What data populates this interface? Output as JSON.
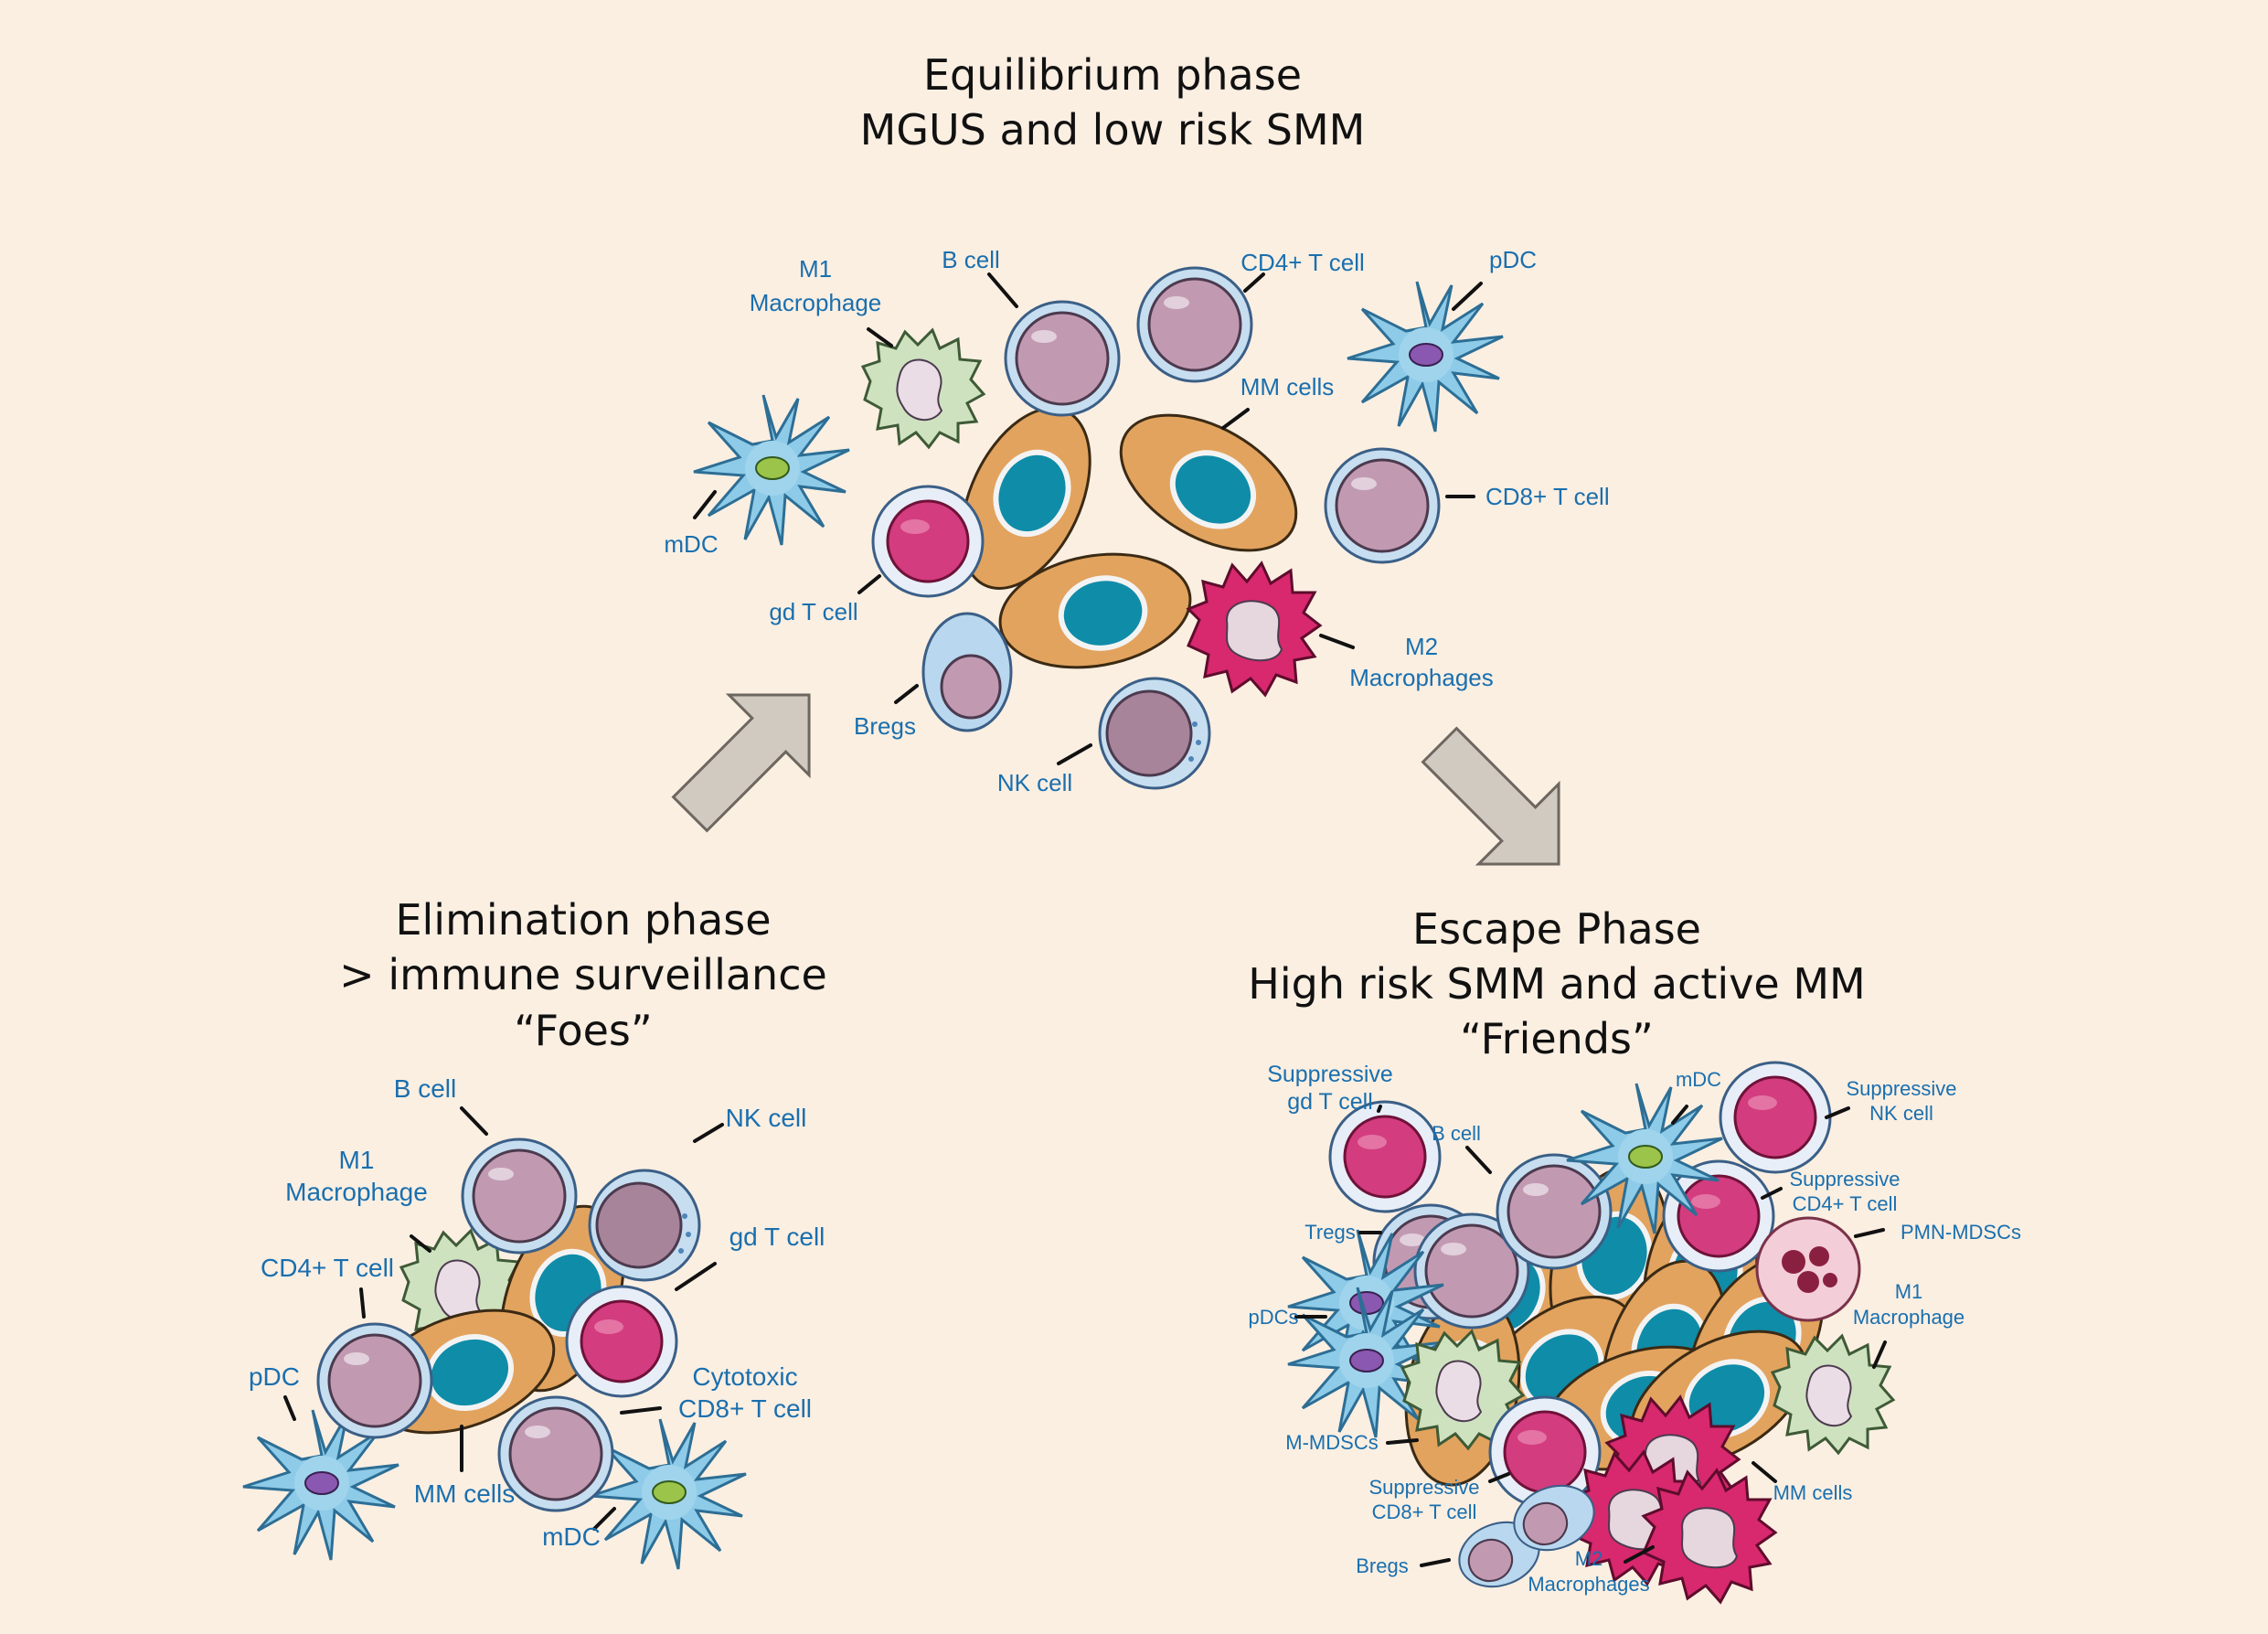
{
  "panels": {
    "equilibrium": {
      "title_line1": "Equilibrium phase",
      "title_line2": "MGUS and low risk SMM",
      "labels": {
        "m1_line1": "M1",
        "m1_line2": "Macrophage",
        "bcell": "B cell",
        "cd4": "CD4+ T cell",
        "pdc": "pDC",
        "mm_cells": "MM cells",
        "cd8": "CD8+ T cell",
        "mdc": "mDC",
        "gdt": "gd T cell",
        "m2_line1": "M2",
        "m2_line2": "Macrophages",
        "bregs": "Bregs",
        "nk": "NK cell"
      }
    },
    "elimination": {
      "title_line1": "Elimination phase",
      "title_line2": "> immune surveillance",
      "title_line3": "“Foes”",
      "labels": {
        "bcell": "B cell",
        "nk": "NK cell",
        "m1_line1": "M1",
        "m1_line2": "Macrophage",
        "gdt": "gd T cell",
        "cd4": "CD4+ T cell",
        "pdc": "pDC",
        "ctl_line1": "Cytotoxic",
        "ctl_line2": "CD8+ T cell",
        "mm_cells": "MM cells",
        "mdc": "mDC"
      }
    },
    "escape": {
      "title_line1": "Escape Phase",
      "title_line2": "High risk SMM and active MM",
      "title_line3": "“Friends”",
      "labels": {
        "sgdt_line1": "Suppressive",
        "sgdt_line2": "gd T cell",
        "bcell": "B cell",
        "mdc": "mDC",
        "snk_line1": "Suppressive",
        "snk_line2": "NK cell",
        "scd4_line1": "Suppressive",
        "scd4_line2": "CD4+ T cell",
        "tregs": "Tregs",
        "pmn": "PMN-MDSCs",
        "m1_line1": "M1",
        "m1_line2": "Macrophage",
        "pdcs": "pDCs",
        "mmdsc": "M-MDSCs",
        "scd8_line1": "Suppressive",
        "scd8_line2": "CD8+ T cell",
        "mm_cells": "MM cells",
        "bregs": "Bregs",
        "m2_line1": "M2",
        "m2_line2": "Macrophages"
      }
    }
  },
  "colors": {
    "background": "#fbefe2",
    "label_blue": "#1a6fae",
    "mm_cell_body": "#e2a35e",
    "mm_cell_nucleus": "#0f8ca8",
    "lymphocyte_nucleus": "#c49ab0",
    "lymphocyte_membrane": "#b9d8ef",
    "magenta_nucleus": "#d33c7f",
    "m2_macrophage": "#d8286e",
    "m1_macrophage": "#cfe2c0",
    "dendritic_cell": "#8dcbe8",
    "arrow_gray": "#d1cac0"
  },
  "icons": [
    "arrow-up-right-icon",
    "arrow-down-right-icon"
  ]
}
